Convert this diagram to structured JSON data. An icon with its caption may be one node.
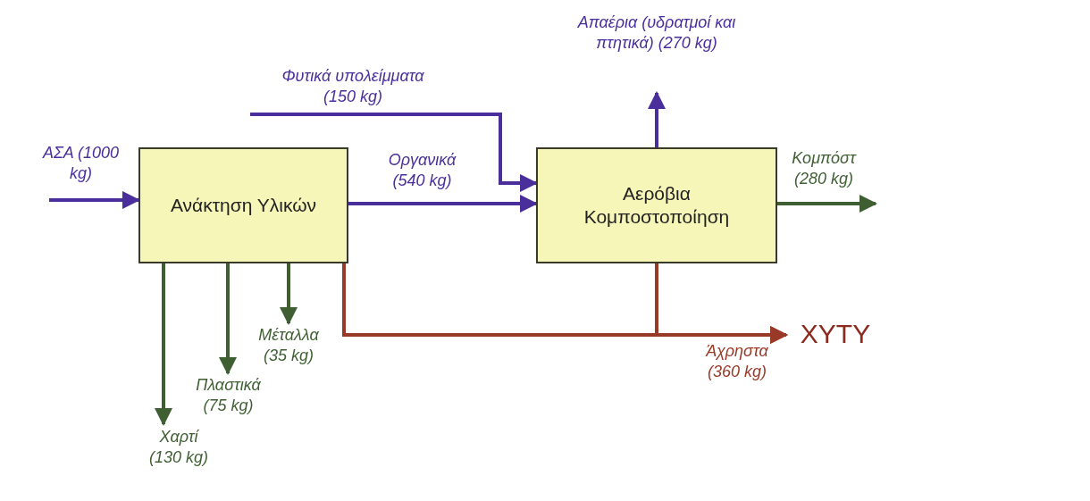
{
  "diagram": {
    "nodes": [
      {
        "text": [
          "Ανάκτηση Υλικών"
        ]
      },
      {
        "text": [
          "Αερόβια Κομποστοποίηση"
        ]
      },
      {
        "text": [
          "ΧΥΤΥ"
        ]
      }
    ],
    "edges": [
      {
        "from": null,
        "to": 0,
        "arrow": "to",
        "label": "ΑΣΑ (1000 kg)"
      },
      {
        "from": 0,
        "to": 1,
        "arrow": "to",
        "label": "Οργανικά (540 kg)"
      },
      {
        "from": null,
        "to": 1,
        "arrow": "to",
        "label": "Φυτικά υπολείμματα (150 kg)"
      },
      {
        "from": 1,
        "to": null,
        "arrow": "to",
        "label": "Απαέρια (υδρατμοί και πτητικά) (270 kg)"
      },
      {
        "from": 1,
        "to": null,
        "arrow": "to",
        "label": "Κομπόστ (280 kg)",
        "color": "#3f5f33"
      },
      {
        "from": 0,
        "to": null,
        "arrow": "to",
        "label": "Χαρτί (130 kg)",
        "color": "#3f5f33"
      },
      {
        "from": 0,
        "to": null,
        "arrow": "to",
        "label": "Πλαστικά (75 kg)",
        "color": "#3f5f33"
      },
      {
        "from": 0,
        "to": null,
        "arrow": "to",
        "label": "Μέταλλα (35 kg)",
        "color": "#3f5f33"
      },
      {
        "from": 0,
        "to": 2,
        "arrow": "to",
        "label": "Άχρηστα (360 kg)",
        "color": "#993a28"
      },
      {
        "from": 1,
        "to": 2,
        "arrow": "to",
        "color": "#993a28"
      }
    ]
  }
}
